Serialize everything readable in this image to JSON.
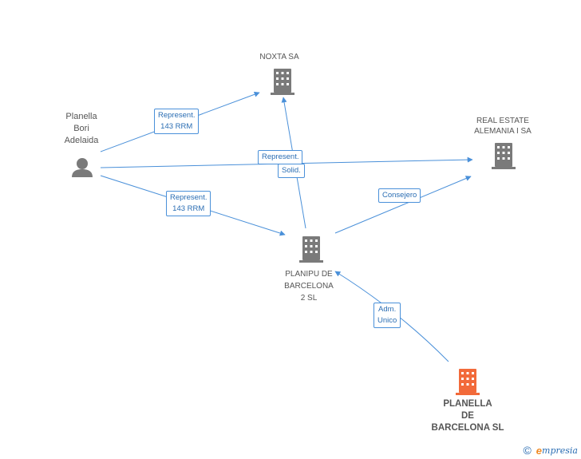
{
  "colors": {
    "edge": "#4a90d9",
    "node": "#7a7a7a",
    "focus": "#f26a3a"
  },
  "nodes": {
    "planella_bori": "Planella\nBori\nAdelaida",
    "noxta": "NOXTA SA",
    "real_estate": "REAL ESTATE\nALEMANIA I SA",
    "planipu": "PLANIPU DE\nBARCELONA\n2 SL",
    "planella_bcn": "PLANELLA\nDE\nBARCELONA SL"
  },
  "edges": {
    "rep_noxta": "Represent.\n143 RRM",
    "rep_solid_1": "Represent.",
    "rep_solid_2": "Solid.",
    "rep_planipu": "Represent.\n143 RRM",
    "consejero": "Consejero",
    "adm_unico": "Adm.\nUnico"
  },
  "footer": {
    "copyright": "©",
    "brand_e": "e",
    "brand_rest": "mpresia"
  }
}
